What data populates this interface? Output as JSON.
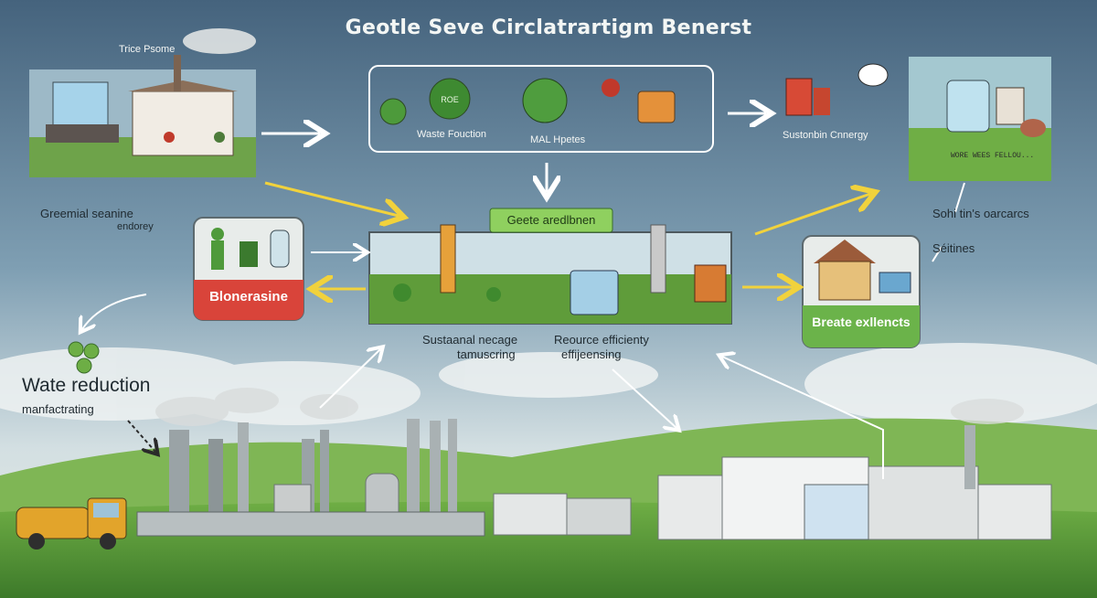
{
  "title": "Geotle Seve Circlatrartigm Benerst",
  "top_left": {
    "label": "Trice Psome"
  },
  "top_panel": {
    "caption_left": "Waste Fouction",
    "caption_right": "MAL Hpetes",
    "gear_text": "ROE"
  },
  "top_right": {
    "label": "Sustonbin Cnnergy"
  },
  "left_note": {
    "line1": "Greemial seanine",
    "line2": "endorey"
  },
  "left_card": {
    "label": "Blonerasine"
  },
  "center_panel": {
    "banner": "Geete aredlbnen"
  },
  "center_captions": {
    "left_line1": "Sustaanal necage",
    "left_line2": "tamuscring",
    "right_line1": "Reource efficienty",
    "right_line2": "effijeensing"
  },
  "right_note": {
    "line1": "Sohi tin's oarcarcs",
    "line2": "Séitines"
  },
  "right_card": {
    "label": "Breate exllencts"
  },
  "bottom_left": {
    "line1": "Wate reduction",
    "line2": "manfactrating"
  },
  "barrel_text": "WORE WEES FELLOU...",
  "colors": {
    "sky_top": "#4f6f8a",
    "sky_bottom": "#c8d8df",
    "grass": "#5c9a3a",
    "card_red": "#d9443a",
    "card_green": "#6bb34a",
    "arrow_yellow": "#f1d23c",
    "arrow_white": "#ffffff"
  }
}
